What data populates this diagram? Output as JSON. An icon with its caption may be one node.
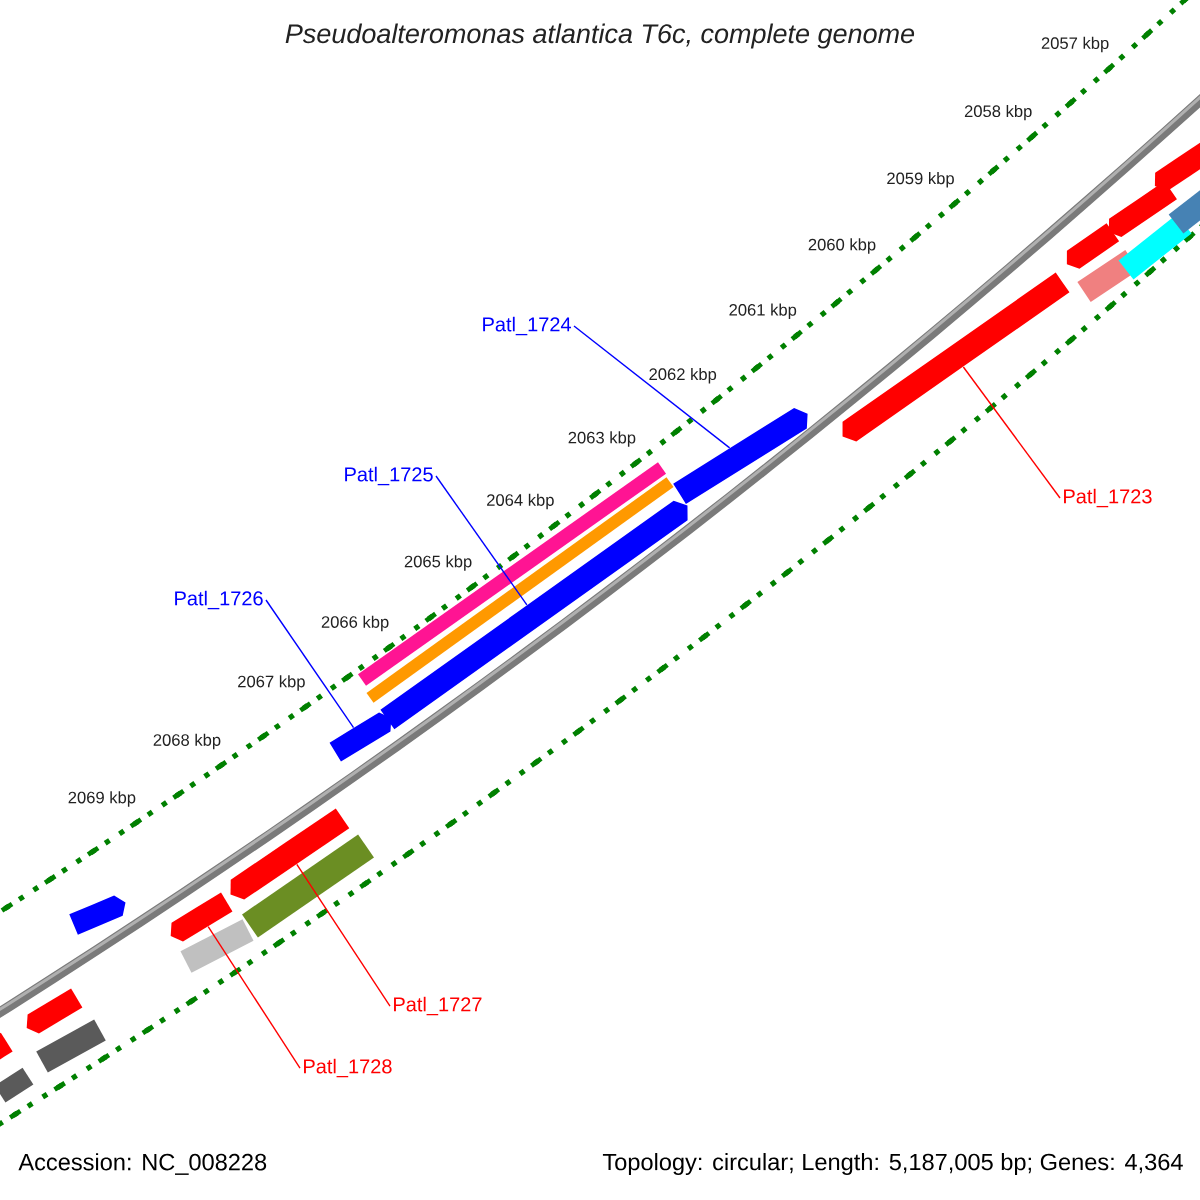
{
  "diagram": {
    "title": "Pseudoalteromonas atlantica T6c, complete genome",
    "nodes": [
      {
        "text": [
          "Patl_1724"
        ]
      },
      {
        "text": [
          "Patl_1725"
        ]
      },
      {
        "text": [
          "Patl_1723"
        ]
      },
      {
        "text": [
          "Patl_1726"
        ]
      },
      {
        "text": [
          "Patl_1727"
        ]
      },
      {
        "text": [
          "Patl_1728"
        ]
      },
      {
        "text": [],
        "shape": "bar"
      },
      {
        "text": [],
        "shape": "bar"
      },
      {
        "text": [],
        "shape": "bar"
      },
      {
        "text": [],
        "shape": "bar"
      },
      {
        "text": [],
        "shape": "bar"
      },
      {
        "text": [],
        "shape": "bar"
      },
      {
        "text": [],
        "shape": "bar"
      },
      {
        "text": [],
        "shape": "bar"
      },
      {
        "text": [],
        "shape": "bar"
      },
      {
        "text": [],
        "shape": "bar"
      },
      {
        "text": [],
        "shape": "bar"
      },
      {
        "text": [],
        "shape": "bar"
      },
      {
        "text": [],
        "shape": "bar"
      },
      {
        "text": [],
        "shape": "bar"
      },
      {
        "text": [],
        "shape": "bar"
      },
      {
        "text": [],
        "shape": "bar"
      },
      {
        "text": [],
        "shape": "bar"
      },
      {
        "text": [],
        "shape": "bar"
      },
      {
        "text": [],
        "shape": "bar"
      },
      {
        "text": [],
        "shape": "bar"
      },
      {
        "text": [],
        "shape": "bar"
      }
    ],
    "edges": [
      {
        "from": 0,
        "to": 19,
        "arrow": "none",
        "color": "#0000ff"
      },
      {
        "from": 1,
        "to": 18,
        "arrow": "none",
        "color": "#0000ff"
      },
      {
        "from": 2,
        "to": 20,
        "arrow": "none",
        "color": "#ff0000"
      },
      {
        "from": 3,
        "to": 15,
        "arrow": "none",
        "color": "#0000ff"
      },
      {
        "from": 4,
        "to": 13,
        "arrow": "none",
        "color": "#ff0000"
      },
      {
        "from": 5,
        "to": 11,
        "arrow": "none",
        "color": "#ff0000"
      }
    ],
    "labels": [
      "2057 kbp",
      "2058 kbp",
      "2059 kbp",
      "2060 kbp",
      "2061 kbp",
      "2062 kbp",
      "2063 kbp",
      "2064 kbp",
      "2065 kbp",
      "2066 kbp",
      "2067 kbp",
      "2068 kbp",
      "2069 kbp",
      "Accession: NC_008228",
      "Topology: circular; Length: 5,187,005 bp; Genes: 4,364"
    ]
  }
}
